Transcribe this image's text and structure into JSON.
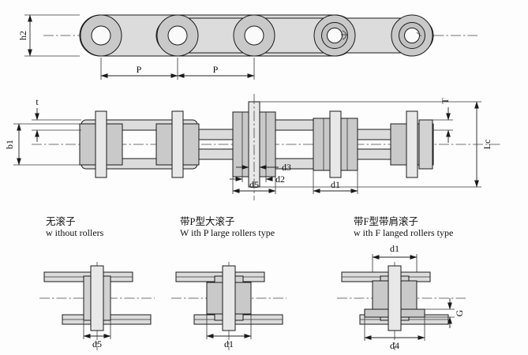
{
  "drawing": {
    "colors": {
      "line": "#1a1a1a",
      "metal": "#c9c9c9",
      "plate": "#dcdcdc",
      "background": "#fdfdfd"
    },
    "top_view": {
      "dim_h2": "h2",
      "dim_p_left": "P",
      "dim_p_right": "P"
    },
    "section_view": {
      "dim_t": "t",
      "dim_b1": "b1",
      "dim_d3": "d3",
      "dim_d2": "d2",
      "dim_d5": "d5",
      "dim_d1": "d1",
      "dim_T": "T",
      "dim_Lc": "Lc"
    },
    "variants": [
      {
        "title_zh": "无滚子",
        "title_en": "w ithout rollers",
        "dim_bottom": "d5"
      },
      {
        "title_zh": "带P型大滚子",
        "title_en": "W ith P large rollers type",
        "dim_bottom": "d1"
      },
      {
        "title_zh": "带F型带肩滚子",
        "title_en": "w ith F langed rollers type",
        "dim_top": "d1",
        "dim_bottom": "d4",
        "dim_side": "G"
      }
    ]
  }
}
